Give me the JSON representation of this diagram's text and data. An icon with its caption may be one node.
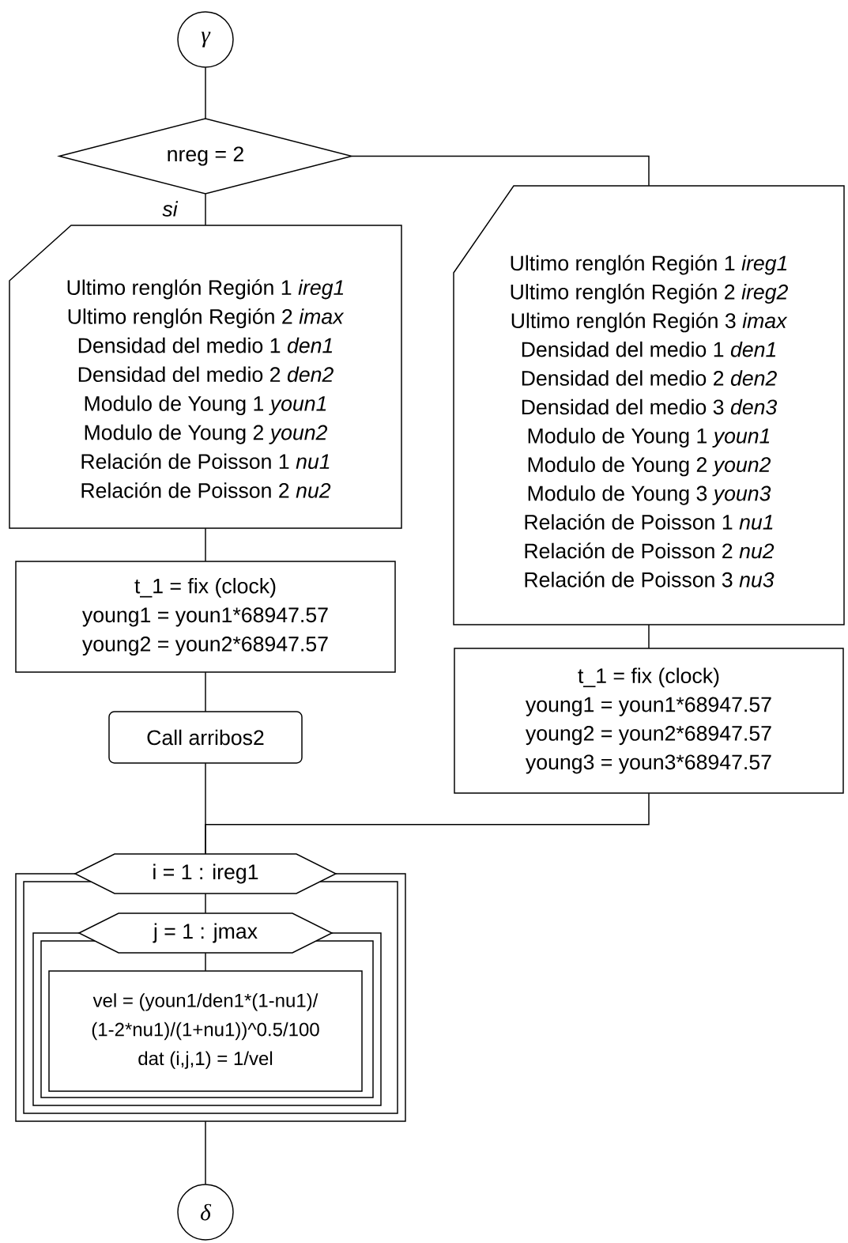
{
  "diagram": {
    "nodes": [
      {
        "text": [
          "γ"
        ]
      },
      {
        "text": [
          "nreg = 2"
        ]
      },
      {
        "text": [
          "Ultimo renglón Región 1 *ireg1*",
          "Ultimo renglón Región 2 *imax*",
          "Densidad del medio 1 *den1*",
          "Densidad del medio 2 *den2*",
          "Modulo de Young 1 *youn1*",
          "Modulo de Young 2 *youn2*",
          "Relación de Poisson 1 *nu1*",
          "Relación de Poisson 2 *nu2*"
        ]
      },
      {
        "text": [
          "t_1 = fix (clock)",
          "young1 = youn1*68947.57",
          "young2 = youn2*68947.57"
        ]
      },
      {
        "text": [
          "Call arribos2"
        ]
      },
      {
        "text": [
          "Ultimo renglón Región 1 *ireg1*",
          "Ultimo renglón Región 2 *ireg2*",
          "Ultimo renglón Región 3 *imax*",
          "Densidad del medio 1 *den1*",
          "Densidad del medio 2 *den2*",
          "Densidad del medio 3 *den3*",
          "Modulo de Young 1 *youn1*",
          "Modulo de Young 2 *youn2*",
          "Modulo de Young 3 *youn3*",
          "Relación de Poisson 1 *nu1*",
          "Relación de Poisson 2 *nu2*",
          "Relación de Poisson 3 *nu3*"
        ]
      },
      {
        "text": [
          "t_1 = fix (clock)",
          "young1 = youn1*68947.57",
          "young2 = youn2*68947.57",
          "young3 = youn3*68947.57"
        ]
      },
      {
        "text": [
          "i = 1 : ireg1"
        ]
      },
      {
        "text": [
          "j = 1 : jmax"
        ],
        "in": 7
      },
      {
        "text": [
          "vel = (youn1/den1*(1-nu1)/",
          "(1-2*nu1)/(1+nu1))^0.5/100",
          "dat (i,j,1) = 1/vel"
        ],
        "in": 8
      },
      {
        "text": [
          "δ"
        ]
      }
    ],
    "edges": [
      {
        "from": 0,
        "to": 1,
        "arrow": "none"
      },
      {
        "from": 1,
        "to": 2,
        "arrow": "none",
        "label": "si"
      },
      {
        "from": 1,
        "to": 5,
        "arrow": "none"
      },
      {
        "from": 2,
        "to": 3,
        "arrow": "none"
      },
      {
        "from": 3,
        "to": 4,
        "arrow": "none"
      },
      {
        "from": 4,
        "to": 7,
        "arrow": "none"
      },
      {
        "from": 5,
        "to": 6,
        "arrow": "none"
      },
      {
        "from": 6,
        "to": 7,
        "arrow": "none"
      },
      {
        "from": 7,
        "to": 8,
        "arrow": "none"
      },
      {
        "from": 8,
        "to": 9,
        "arrow": "none"
      },
      {
        "from": 7,
        "to": 10,
        "arrow": "none"
      }
    ]
  }
}
